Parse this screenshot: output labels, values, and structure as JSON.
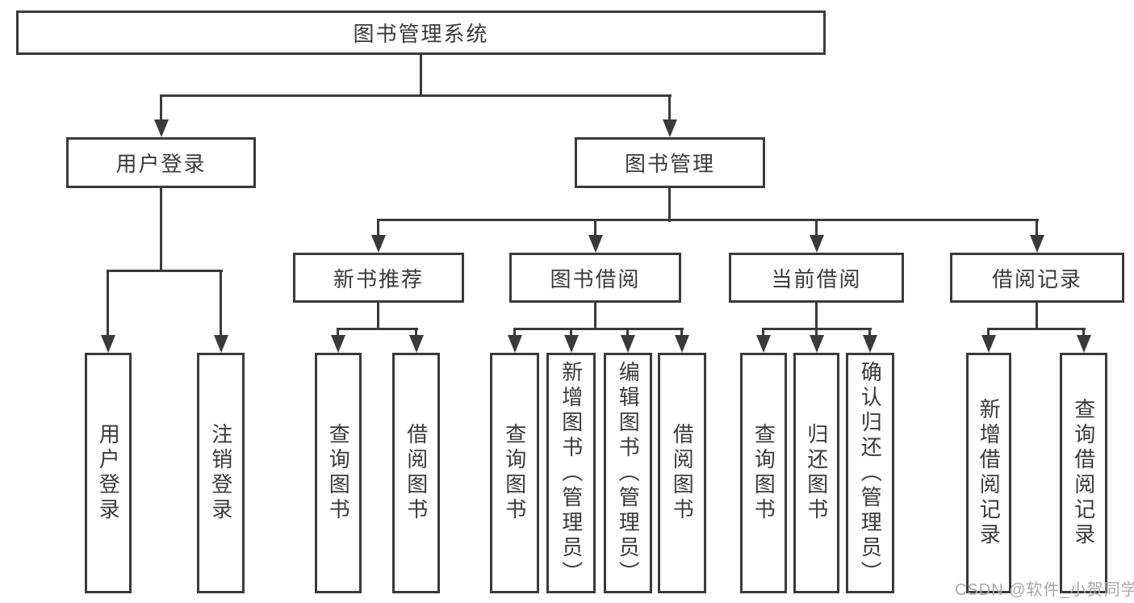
{
  "tree": {
    "label": "图书管理系统",
    "children": [
      {
        "label": "用户登录",
        "children": [
          {
            "label": "用户登录"
          },
          {
            "label": "注销登录"
          }
        ]
      },
      {
        "label": "图书管理",
        "children": [
          {
            "label": "新书推荐",
            "children": [
              {
                "label": "查询图书"
              },
              {
                "label": "借阅图书"
              }
            ]
          },
          {
            "label": "图书借阅",
            "children": [
              {
                "label": "查询图书"
              },
              {
                "label": "新增图书（管理员）"
              },
              {
                "label": "编辑图书（管理员）"
              },
              {
                "label": "借阅图书"
              }
            ]
          },
          {
            "label": "当前借阅",
            "children": [
              {
                "label": "查询图书"
              },
              {
                "label": "归还图书"
              },
              {
                "label": "确认归还（管理员）"
              }
            ]
          },
          {
            "label": "借阅记录",
            "children": [
              {
                "label": "新增借阅记录"
              },
              {
                "label": "查询借阅记录"
              }
            ]
          }
        ]
      }
    ]
  },
  "watermark": {
    "text": "CSDN @软件_小贺同学"
  },
  "colors": {
    "line": "#3a3a3a",
    "text": "#3a3a3a",
    "box_background": "#ffffff",
    "background": "#ffffff",
    "watermark": "#a9a9a9"
  }
}
